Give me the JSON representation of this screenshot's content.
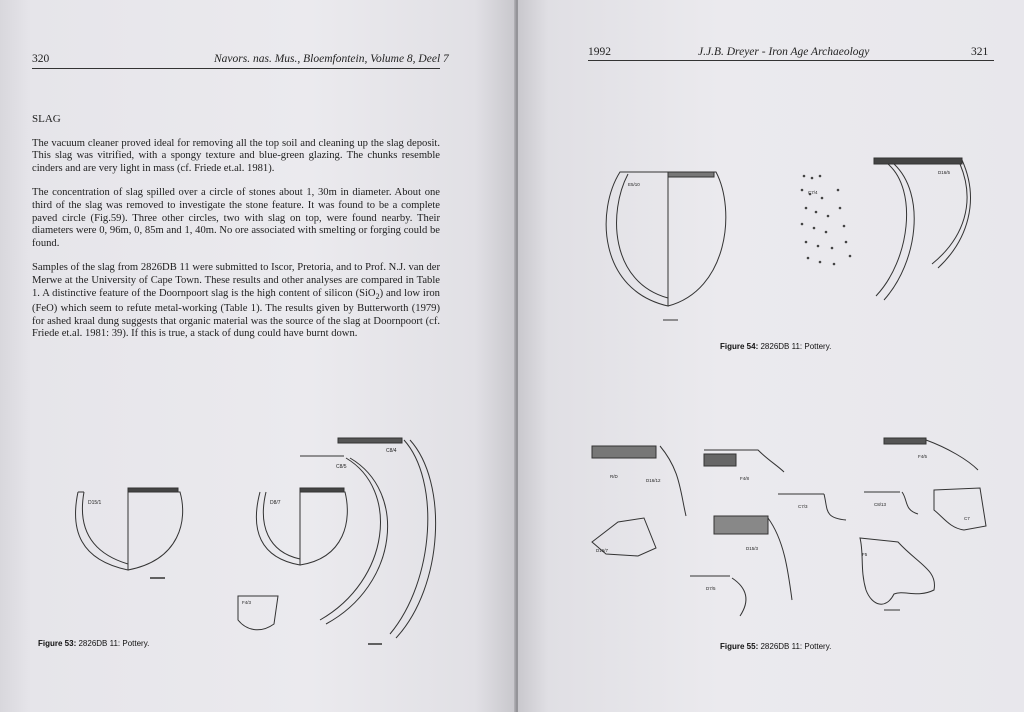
{
  "left_page": {
    "page_number": "320",
    "running_head": "Navors. nas. Mus., Bloemfontein, Volume 8, Deel 7",
    "heading": "SLAG",
    "paragraphs": [
      "The vacuum cleaner proved ideal for removing all the top soil and cleaning up the slag deposit. This slag was vitrified, with a spongy texture and blue-green glazing. The chunks resemble cinders and are very light in mass (cf. Friede et.al. 1981).",
      "The concentration of slag spilled over a circle of stones about 1, 30m in diameter. About one third of the slag was removed to investigate the stone feature. It was found to be a complete paved circle (Fig.59). Three other circles, two with slag on top, were found nearby. Their diameters were 0, 96m, 0, 85m and 1, 40m. No ore associated with smelting or forging could be found."
    ],
    "para3_before": "Samples of the slag from 2826DB 11 were submitted to Iscor, Pretoria, and to Prof. N.J. van der Merwe at the University of Cape Town. These results and other analyses are compared in Table 1. A distinctive feature of the Doornpoort slag is the high content of silicon (SiO",
    "para3_sub": "2",
    "para3_after": ") and low iron (FeO) which seem to refute metal-working (Table 1). The results given by Butterworth (1979) for ashed kraal dung suggests that organic material was the source of the slag at Doornpoort (cf. Friede et.al. 1981: 39). If this is true, a stack of dung could have burnt down.",
    "figure": {
      "label": "Figure 53:",
      "text": "2826DB 11: Pottery.",
      "sherd_labels": [
        "D15/1",
        "D8/7",
        "C8/5",
        "C8/4",
        "F4/3"
      ]
    }
  },
  "right_page": {
    "year": "1992",
    "running_head": "J.J.B. Dreyer - Iron Age Archaeology",
    "page_number": "321",
    "figure54": {
      "label": "Figure 54:",
      "text": "2826DB 11: Pottery.",
      "sherd_labels": [
        "E5/10",
        "C7/4",
        "D16/5"
      ]
    },
    "figure55": {
      "label": "Figure 55:",
      "text": "2826DB 11: Pottery.",
      "sherd_labels": [
        "R/D",
        "D16/12",
        "F4/8",
        "F4/5",
        "C7/3",
        "C8/13",
        "C7",
        "D16/7",
        "D15/3",
        "D7/5",
        "F5"
      ]
    }
  }
}
